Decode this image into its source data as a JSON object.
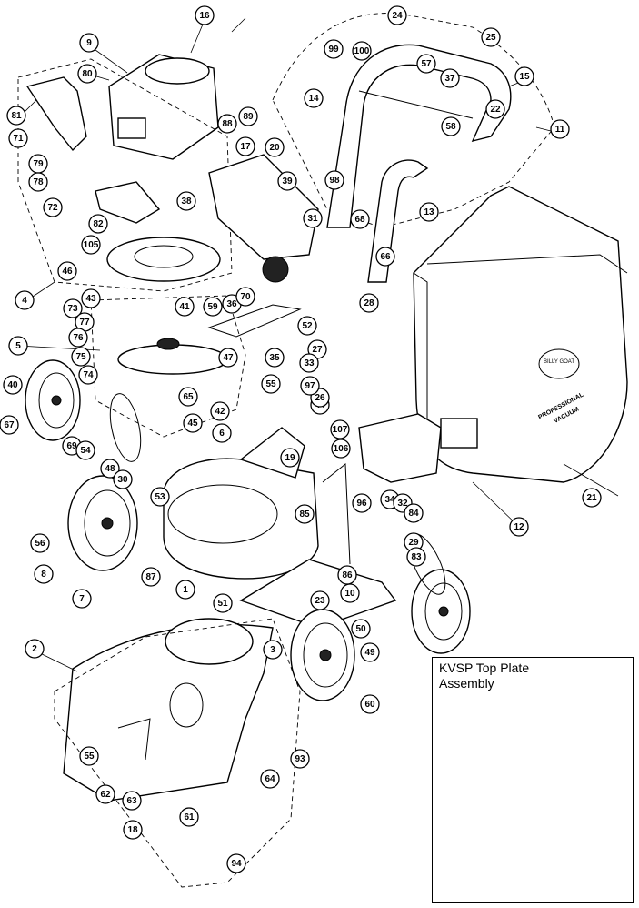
{
  "inset": {
    "title_line1": "KVSP Top Plate",
    "title_line2": "Assembly"
  },
  "vacuum_label": {
    "line1": "PROFESSIONAL",
    "line2": "VACUUM",
    "brand": "BILLY GOAT"
  },
  "callouts": [
    "16",
    "9",
    "80",
    "81",
    "71",
    "79",
    "78",
    "72",
    "82",
    "105",
    "46",
    "4",
    "43",
    "73",
    "77",
    "76",
    "75",
    "74",
    "5",
    "40",
    "67",
    "69",
    "54",
    "48",
    "30",
    "53",
    "56",
    "8",
    "7",
    "87",
    "1",
    "51",
    "3",
    "2",
    "55",
    "62",
    "63",
    "18",
    "61",
    "94",
    "93",
    "64",
    "60",
    "23",
    "10",
    "50",
    "49",
    "86",
    "85",
    "96",
    "34",
    "32",
    "84",
    "29",
    "83",
    "12",
    "21",
    "106",
    "107",
    "44",
    "26",
    "97",
    "55b",
    "47",
    "35",
    "27",
    "52",
    "59",
    "36",
    "70",
    "28",
    "33",
    "45",
    "42",
    "65",
    "41",
    "31",
    "20",
    "39",
    "98",
    "68",
    "66",
    "13",
    "14",
    "11",
    "15",
    "22",
    "58",
    "37",
    "57",
    "25",
    "24",
    "99",
    "88",
    "89",
    "38",
    "6",
    "19",
    "100",
    "17"
  ],
  "inset_callouts": [
    "46",
    "38",
    "48",
    "105",
    "46",
    "4",
    "41",
    "43",
    "5",
    "65",
    "42",
    "45"
  ]
}
